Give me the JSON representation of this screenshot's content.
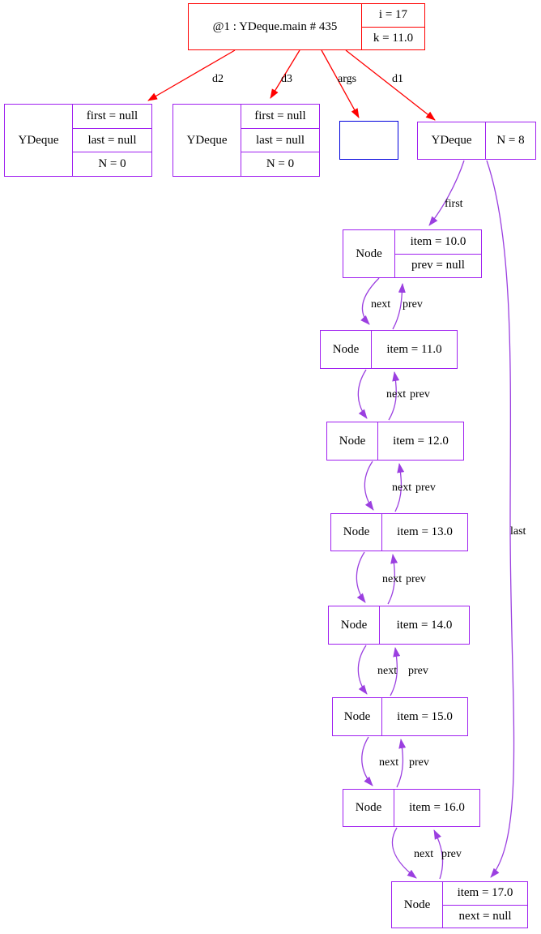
{
  "diagram": {
    "frame": {
      "title": "@1 : YDeque.main # 435",
      "fields": [
        "i = 17",
        "k = 11.0"
      ]
    },
    "edge_labels": {
      "d2": "d2",
      "d3": "d3",
      "args": "args",
      "d1": "d1",
      "first": "first",
      "last": "last",
      "next": "next",
      "prev": "prev"
    },
    "objects": [
      {
        "type": "YDeque",
        "fields": [
          "first = null",
          "last = null",
          "N = 0"
        ]
      },
      {
        "type": "YDeque",
        "fields": [
          "first = null",
          "last = null",
          "N = 0"
        ]
      },
      {
        "type": "YDeque",
        "fields": [
          "N = 8"
        ]
      }
    ],
    "array": {
      "label": ""
    },
    "nodes": [
      {
        "type": "Node",
        "fields": [
          "item = 10.0",
          "prev = null"
        ]
      },
      {
        "type": "Node",
        "fields": [
          "item = 11.0"
        ]
      },
      {
        "type": "Node",
        "fields": [
          "item = 12.0"
        ]
      },
      {
        "type": "Node",
        "fields": [
          "item = 13.0"
        ]
      },
      {
        "type": "Node",
        "fields": [
          "item = 14.0"
        ]
      },
      {
        "type": "Node",
        "fields": [
          "item = 15.0"
        ]
      },
      {
        "type": "Node",
        "fields": [
          "item = 16.0"
        ]
      },
      {
        "type": "Node",
        "fields": [
          "item = 17.0",
          "next = null"
        ]
      }
    ],
    "colors": {
      "frame_border": "#ff0000",
      "frame_edge": "#ff0000",
      "object_border": "#a020f0",
      "array_border": "#0000dd",
      "reference_edge": "#9b3fe0",
      "text": "#000000",
      "background": "#ffffff"
    }
  }
}
